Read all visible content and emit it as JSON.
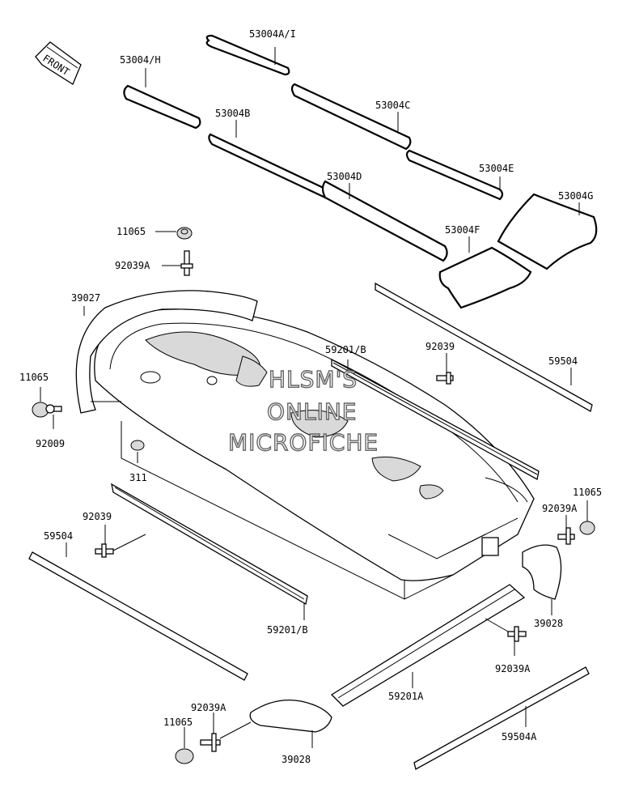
{
  "colors": {
    "line": "#000000",
    "background": "#ffffff",
    "watermark_stroke": "#555555"
  },
  "icons": {
    "front_arrow": "front-arrow-icon"
  },
  "front_label": "FRONT",
  "watermark": [
    "HLSM'S",
    "ONLINE",
    "MICROFICHE"
  ],
  "part_labels": {
    "p53004ai": "53004A/I",
    "p53004h": "53004/H",
    "p53004b": "53004B",
    "p53004c": "53004C",
    "p53004d": "53004D",
    "p53004e": "53004E",
    "p53004g": "53004G",
    "p53004f": "53004F",
    "p11065_top": "11065",
    "p92039a_top": "92039A",
    "p39027": "39027",
    "p59201b_r": "59201/B",
    "p92039_r": "92039",
    "p59504_r": "59504",
    "p11065_left": "11065",
    "p92009": "92009",
    "p311": "311",
    "p11065_right": "11065",
    "p92039a_right": "92039A",
    "p92039_left": "92039",
    "p59504_left": "59504",
    "p39028_right": "39028",
    "p59201b_bottom": "59201/B",
    "p92039a_mid": "92039A",
    "p59201a": "59201A",
    "p92039a_bottom": "92039A",
    "p11065_bottom": "11065",
    "p59504a": "59504A",
    "p39028_bottom": "39028"
  }
}
